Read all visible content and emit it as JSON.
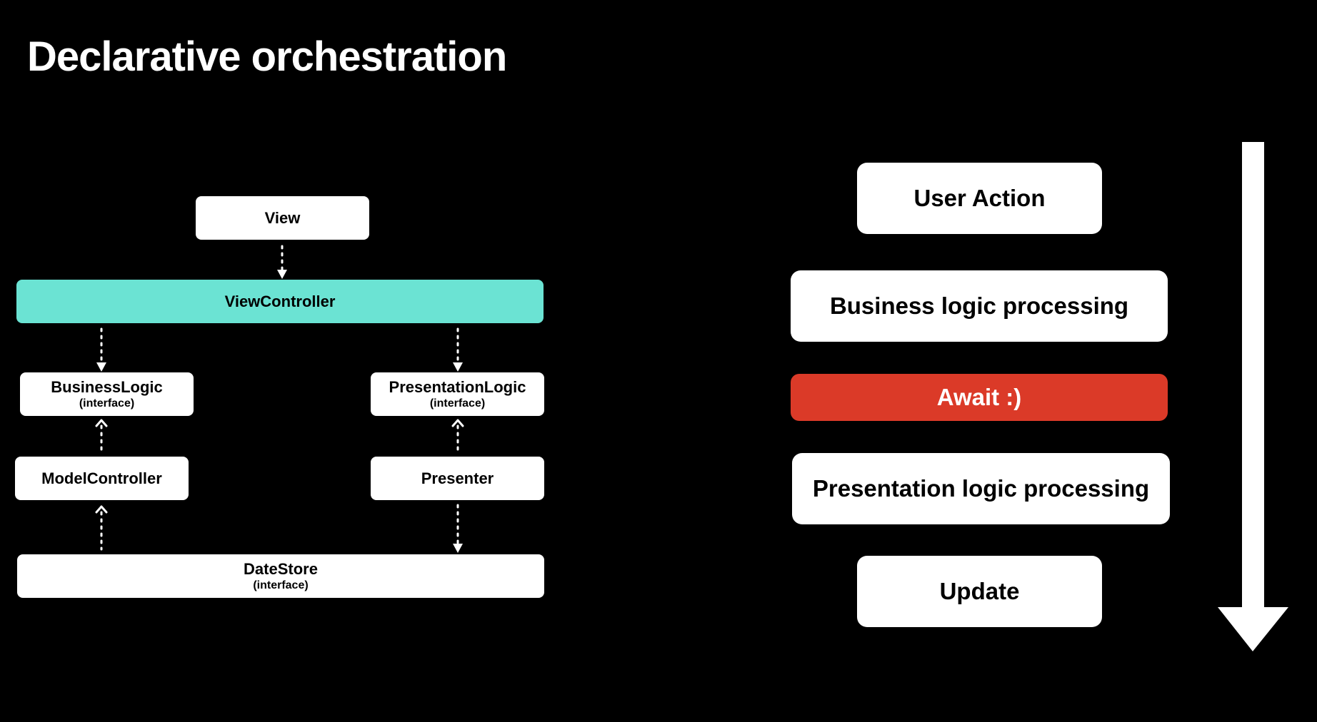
{
  "title": "Declarative orchestration",
  "colors": {
    "background": "#000000",
    "node": "#ffffff",
    "viewcontroller": "#6be3d3",
    "await": "#db3a28",
    "arrow": "#ffffff"
  },
  "architecture": {
    "view": {
      "label": "View"
    },
    "view_controller": {
      "label": "ViewController"
    },
    "business_logic": {
      "label": "BusinessLogic",
      "sublabel": "(interface)"
    },
    "presentation_logic": {
      "label": "PresentationLogic",
      "sublabel": "(interface)"
    },
    "model_controller": {
      "label": "ModelController"
    },
    "presenter": {
      "label": "Presenter"
    },
    "date_store": {
      "label": "DateStore",
      "sublabel": "(interface)"
    },
    "edges": [
      {
        "from": "View",
        "to": "ViewController",
        "style": "dotted"
      },
      {
        "from": "ViewController",
        "to": "BusinessLogic",
        "style": "dotted"
      },
      {
        "from": "ViewController",
        "to": "PresentationLogic",
        "style": "dotted"
      },
      {
        "from": "ModelController",
        "to": "BusinessLogic",
        "style": "dotted"
      },
      {
        "from": "Presenter",
        "to": "PresentationLogic",
        "style": "dotted"
      },
      {
        "from": "DateStore",
        "to": "ModelController",
        "style": "dotted"
      },
      {
        "from": "Presenter",
        "to": "DateStore",
        "style": "dotted"
      }
    ]
  },
  "flow": {
    "steps": [
      {
        "label": "User Action"
      },
      {
        "label": "Business logic processing"
      },
      {
        "label": "Await :)",
        "highlight": true
      },
      {
        "label": "Presentation logic processing"
      },
      {
        "label": "Update"
      }
    ],
    "direction": "down"
  }
}
